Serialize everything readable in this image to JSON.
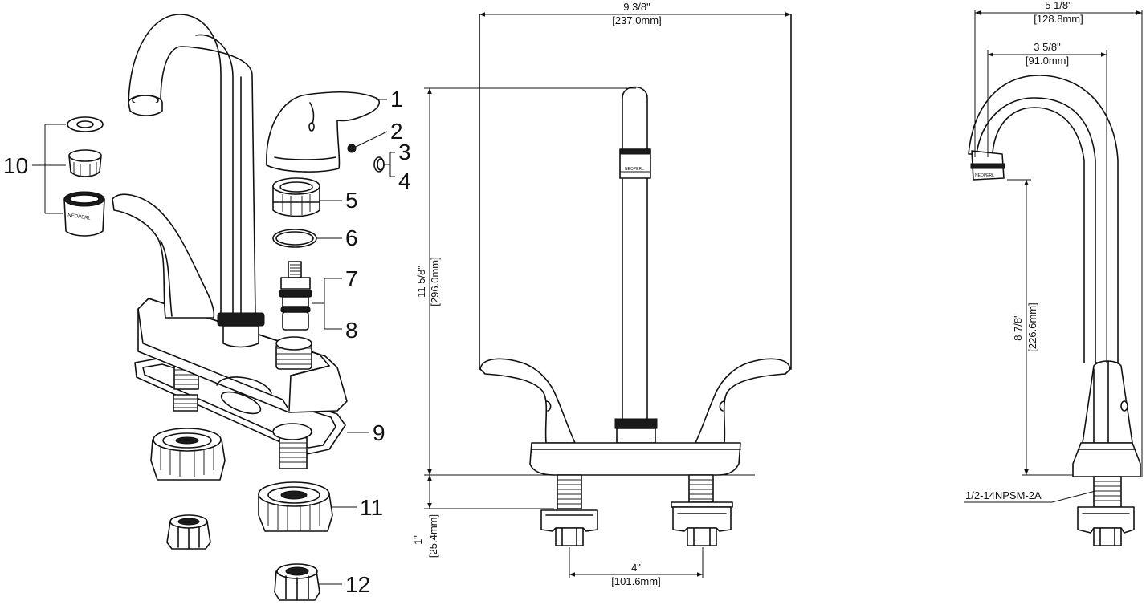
{
  "callouts": {
    "c1": "1",
    "c2": "2",
    "c3": "3",
    "c4": "4",
    "c5": "5",
    "c6": "6",
    "c7": "7",
    "c8": "8",
    "c9": "9",
    "c10": "10",
    "c11": "11",
    "c12": "12"
  },
  "front_view": {
    "width_in": "9 3/8\"",
    "width_mm": "[237.0mm]",
    "height_in": "11 5/8\"",
    "height_mm": "[296.0mm]",
    "shank_in": "1\"",
    "shank_mm": "[25.4mm]",
    "spacing_in": "4\"",
    "spacing_mm": "[101.6mm]"
  },
  "side_view": {
    "reach_in": "5 1/8\"",
    "reach_mm": "[128.8mm]",
    "spout_in": "3 5/8\"",
    "spout_mm": "[91.0mm]",
    "clear_in": "8 7/8\"",
    "clear_mm": "[226.6mm]",
    "thread": "1/2-14NPSM-2A"
  },
  "icons": [
    "faucet-exploded-view",
    "faucet-front-elevation",
    "faucet-side-elevation"
  ]
}
